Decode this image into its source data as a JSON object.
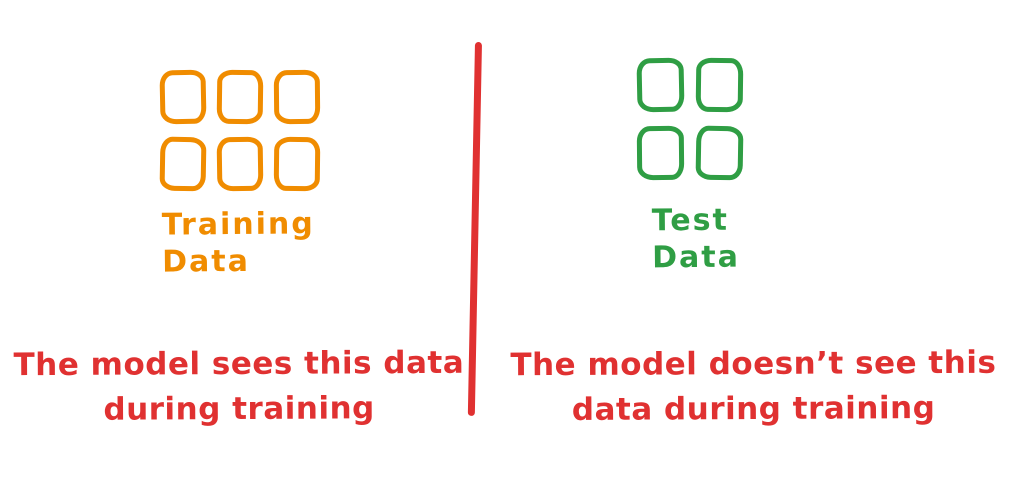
{
  "left": {
    "label_line1": "Training",
    "label_line2": "Data",
    "square_count": 6,
    "color": "#F08C00",
    "caption_line1": "The model sees this data",
    "caption_line2": "during training"
  },
  "right": {
    "label_line1": "Test",
    "label_line2": "Data",
    "square_count": 4,
    "color": "#2F9E44",
    "caption_line1": "The model doesn’t see this",
    "caption_line2": "data during training"
  },
  "divider": {
    "color": "#E03131"
  },
  "caption_color": "#E03131"
}
